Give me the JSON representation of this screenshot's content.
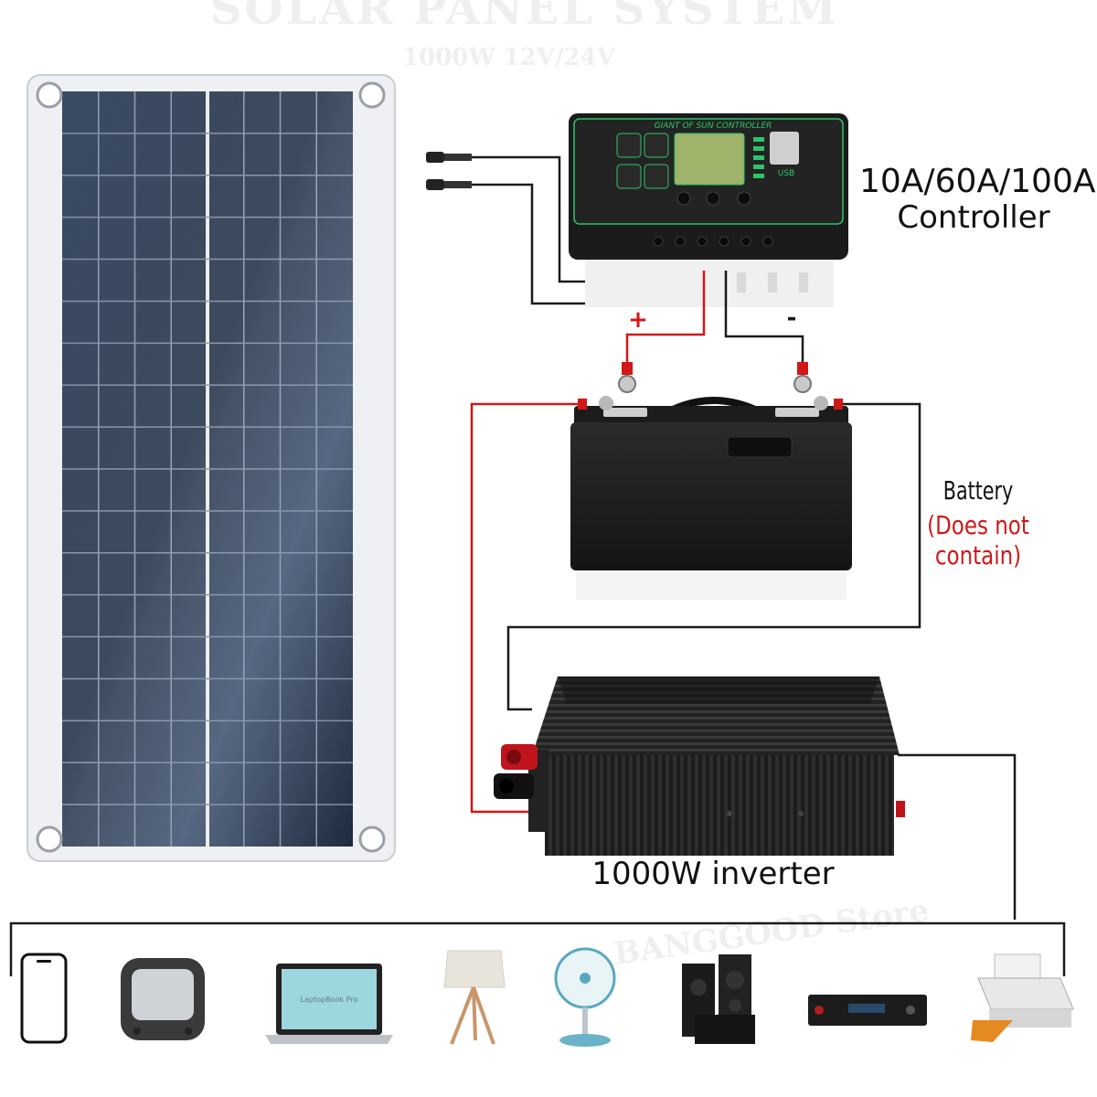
{
  "watermark": {
    "title": "SOLAR PANEL SYSTEM",
    "subtitle": "1000W 12V/24V",
    "store": "BANGGOOD Store"
  },
  "controller": {
    "brand": "GIANT OF SUN CONTROLLER",
    "usb_label": "USB",
    "rating_label": "10A/60A/100A",
    "name_label": "Controller"
  },
  "wiring": {
    "positive": "+",
    "negative": "-"
  },
  "battery": {
    "label": "Battery",
    "note": "(Does not contain)"
  },
  "inverter": {
    "label": "1000W inverter"
  },
  "laptop": {
    "screen_text": "LaptopBook Pro"
  },
  "appliances": [
    "phone",
    "tv",
    "laptop",
    "lamp",
    "fan",
    "speakers",
    "receiver",
    "printer"
  ],
  "colors": {
    "positive_wire": "#d01818",
    "negative_wire": "#1a1a1a",
    "controller_accent": "#2ec46b",
    "panel_cell": "#253449"
  }
}
